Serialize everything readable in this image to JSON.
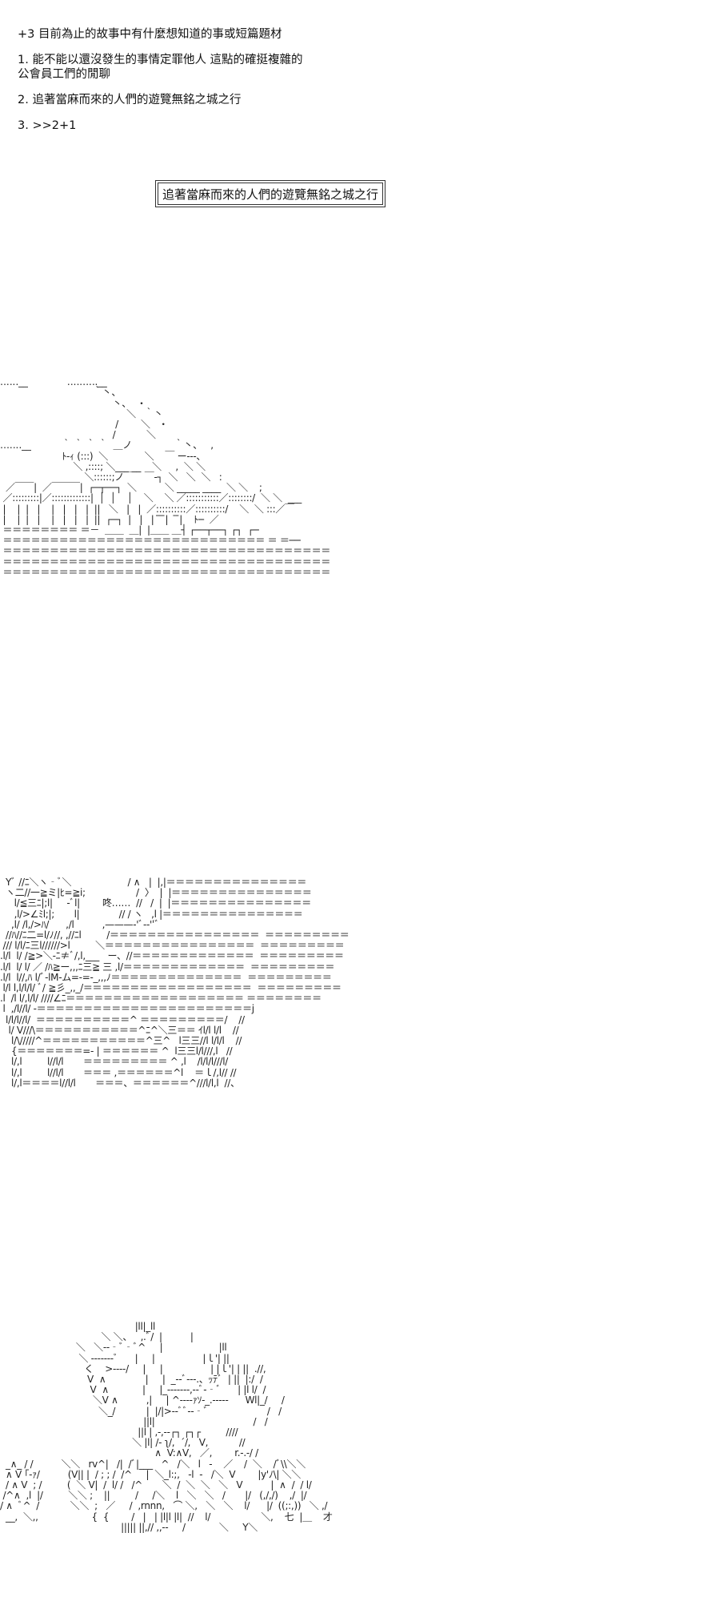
{
  "header": {
    "line1": "+3 目前為止的故事中有什麼想知道的事或短篇題材",
    "line2a": "1. 能不能以還沒發生的事情定罪他人 這點的確挺複雜的",
    "line2b": "公會員工們的閒聊",
    "line3": "2. 追著當麻而來的人們的遊覽無銘之城之行",
    "line4": "3. >>2+1"
  },
  "title_box": {
    "text": "追著當麻而來的人們的遊覽無銘之城之行"
  },
  "scene1": {
    "art": "\n‥‥‥__              ‥‥…‥.__\n                                 ｀丶、\n                                        丶、  ・\n                                             ＼   ｀丶\n                                         /        ＼   ・\n                                        /           ＼\n…‥‥__           ｀ ｀ ｀ ｀  ＿ノ               ｀丶、   ,\n                      ﾄ‐ｨ (:::)  ＼             ＼    ￣ ー‐--、\n                          ＼ ,::::; ＼___ __    ＼     ,  ＼ ＼\n                              ＼::::::;ノ  ￣  ￣‐┐  ＼   ＼  ＼   :\n  ／￣￣|  ／￣￣￣|  ┌─┬──┐  ＼          ＼ _____ ____  ＼ ＼    ;\n ／:::::::::|／:::::::::::::|  │  │    │    ＼    ＼ ／:::::::::::／::::::::/  ＼ ＼  ___\n |    |  |   |    |   |   |   |  ||   ＼   |   |  ／::::::::::／::::::::::/    ＼  ＼ :::／￣\n |    |  |   |    |   |   |   |  ||  ┌─┐  |   |   |  ̄ ̄ ̄|   ̄ ̄|    ﾄ─  ／\n ＝＝＝＝＝＝＝＝ ＝－  ＿＿  ＿|  |＿＿ ＿┤ ┌──┬──┐ ┌┐  ┌─\n ＝＝＝＝＝＝＝＝＝＝＝＝＝＝＝＝＝＝＝＝＝＝＝＝＝＝＝＝ ＝ ＝──\n ＝＝＝＝＝＝＝＝＝＝＝＝＝＝＝＝＝＝＝＝＝＝＝＝＝＝＝＝＝＝＝＝＝＝＝\n ＝＝＝＝＝＝＝＝＝＝＝＝＝＝＝＝＝＝＝＝＝＝＝＝＝＝＝＝＝＝＝＝＝＝＝\n ＝＝＝＝＝＝＝＝＝＝＝＝＝＝＝＝＝＝＝＝＝＝＝＝＝＝＝＝＝＝＝＝＝＝＝"
  },
  "scene2": {
    "art": "  Yﾞ //ﾆ＼ヽ‐ﾞ＼                    / ∧   |  |,|＝＝＝＝＝＝＝＝＝＝＝＝＝＝＝\n  ヽ二//一≧ミ|ﾋ=≧i;                  /  〉  |  |＝＝＝＝＝＝＝＝＝＝＝＝＝＝＝\n     l/≦三ﾆ|;l|     ‐ﾞl|        咚……  //   /  |  |＝＝＝＝＝＝＝＝＝＝＝＝＝＝＝\n     ,l/>∠ﾐl;|;       l|              // / ヽ   ,l |＝＝＝＝＝＝＝＝＝＝＝＝＝＝＝\n    ,l/ /l,/>ﾊ/      ,/l          ,———‐'ﾞ‐‐''ﾞ\n  //ﾊ//ﾆ二=l/ﾉ//, ,//ﾆl         /＝＝＝＝＝＝＝＝＝＝＝＝＝＝＝＝  ＝＝＝＝＝＝＝＝＝\n /// l/l/ﾆ三l//////>l         ＼＝＝＝＝＝＝＝＝＝＝＝＝＝＝＝＝  ＝＝＝＝＝＝＝＝＝\n.l/l  l/ /≧>＼‐ﾆ≠ﾞ/,l,___   ー、//＝＝＝＝＝＝＝＝＝＝＝＝＝  ＝＝＝＝＝＝＝＝＝\n.l/l  l/ l/ ／ /ﾊ≧ー,,,ﾆ三≧ 三 ,l/＝＝＝＝＝＝＝＝＝＝＝＝＝  ＝＝＝＝＝＝＝＝＝\n.l/l  l//,ﾊ l/ﾞ‐lM‐ム=‐=‐_,,,ﾉ＝＝＝＝＝＝＝＝＝＝＝＝＝＝  ＝＝＝＝＝＝＝＝＝\n l/l l,l/l/l/ ﾞ/ ≧彡_,,_/＝＝＝＝＝＝＝＝＝＝＝＝＝＝＝＝＝＝  ＝＝＝＝＝＝＝＝＝\n.l  /l l/,l/l/ ////∠ﾆ＝＝＝＝＝＝＝＝＝＝＝＝＝＝＝＝＝＝＝ ＝＝＝＝＝＝＝＝\n l  ,/l//l/ ‐＝＝＝＝＝＝＝＝＝＝＝＝＝＝＝＝＝＝＝＝＝＝＝j\n  l/l/l//l/  ＝＝＝＝＝＝＝＝＝＝^ ＝＝＝＝＝＝＝＝＝/    //\n   l/ V///\\＝＝＝＝＝＝＝＝＝＝＝^ﾆ^＼三＝＝ ｲl/l l/l    //\n    l/\\/////^＝＝＝＝＝＝＝＝＝＝＝^三^   l三三//l l/l/l    //\n    {＝＝＝＝＝＝＝=‐ | ＝＝＝＝＝＝ ^  l三三l/l///,l   //\n    l/,l         l//l/l       ＝＝＝＝＝＝＝＝＝ ^ ,l    /l/l/l///l/\n    l/,l         l//l/l       ＝＝＝ ,＝＝＝＝＝＝^l    ＝ｌ/,l// //\n    l/,l＝＝＝＝l//l/l       ＝＝＝、＝＝＝＝＝＝^///l/l,l  //、"
  },
  "scene3": {
    "art": "                                                |ll|_ll\n                                    ＼ ＼、   ,.ﾞ/  |          |\n                           ＼   ＼--‐ﾞ‐ﾞ^     |                    |ll\n                            ＼ ‐‐‐‐‐‐‐ﾞ      |     |                 |ｌ'| ||\n                              く    >‐‐‐‐/     |     |                 | |ｌ'| | ||  .//,\n                               V  ∧              |     |  _‐‐ﾞ‐‐‐.、ｯﾃﾞ  | ||  |:/  /\n                                V  ∧            |     |_‐‐‐‐‐‐‐,‐‐ﾞ‐‐ﾞ      | |l l/  /\n                                 ＼V ∧          ,|     | ^‐‐‐‐ｧｿ‐_.‐‐‐‐‐      Wl|_/     /\n                                   ＼_/           |  |/|>-‐ﾞﾞ‐‐‐ﾞ                     /   /\n                                                   ||l|                                   /   /\n                                                 ||l | ,‐,‐‐┌┐ ┌┐┌         ////\n                                               ＼ |l| /‐ ʅ/,  ˊ/,   V,           //\n                                                       ∧  V:∧V,   ／,        r.‐.‐/ /\n  _∧_ / /          ＼＼   rv^|   /|  /ﾞ|___   ^   /＼   l   ‐    ／    /  ＼    /ﾞ\\\\＼＼\n  ∧ V ｢‐ｧ/          (V|| |  / ; ; /  /^     |  ＼_l:;,   ‐l  ‐   /＼  V        |y'ﾉ\\| ＼＼\n  / ∧ V  ; /         (  ＼ V|  /  l/ /   /^       ＼  /  ＼  ＼   ＼   V          |  ∧  /  / l/\n /^∧  ,l  |/         ＼＼ ;    ||         /     /＼    l   ＼   ＼   /       |/   (,/,/)    ,/  |/\n/ ∧  ﾞ^  /           ＼＼  ;   ／     /  ,rnnn,   ⌒ ＼,   ＼   ＼    l/      |/  ((;:,))   ＼ ,/\n  __,  ＼,,                   {  {        /   |   | |l|l |l|  //    l/                  ＼,    七  |＿    才\n                                           ||||| ||,// ,,‐‐     /            ＼     Y＼"
  }
}
